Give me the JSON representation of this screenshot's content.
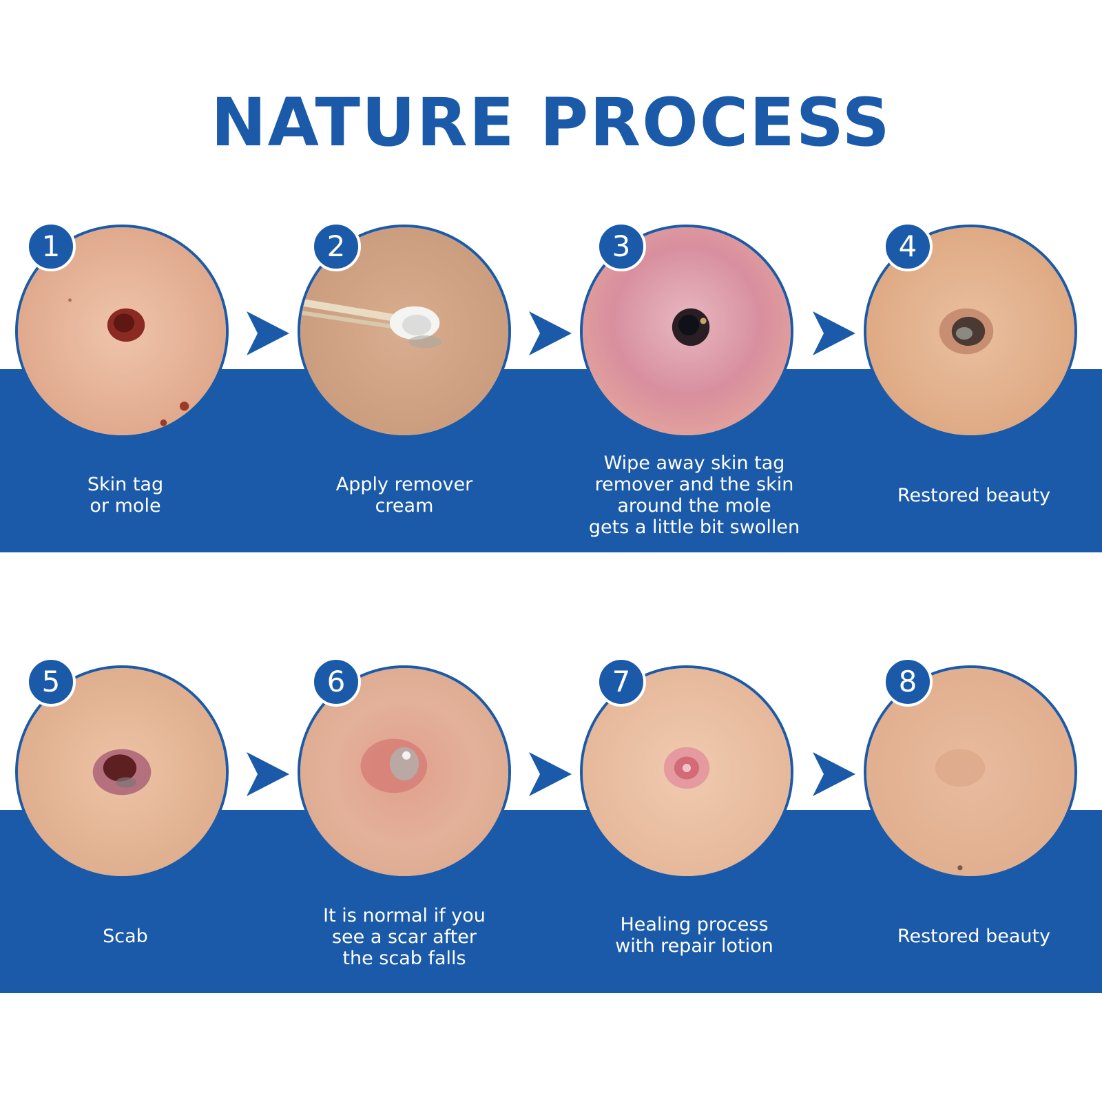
{
  "title": "NATURE PROCESS",
  "colors": {
    "brand_blue": "#1b5aa8",
    "background": "#ffffff",
    "caption_text": "#ffffff"
  },
  "steps": [
    {
      "number": "1",
      "caption": "Skin tag\nor mole",
      "image": "mole-on-skin"
    },
    {
      "number": "2",
      "caption": "Apply remover\ncream",
      "image": "cotton-swab-applying-cream"
    },
    {
      "number": "3",
      "caption": "Wipe away skin tag\nremover and the skin\naround the mole\ngets a little bit swollen",
      "image": "swollen-skin-dark-spot"
    },
    {
      "number": "4",
      "caption": "Restored beauty",
      "image": "healing-skin-spot"
    },
    {
      "number": "5",
      "caption": "Scab",
      "image": "scab-on-skin"
    },
    {
      "number": "6",
      "caption": "It is normal if you\nsee a scar after\nthe scab falls",
      "image": "red-scar-on-skin"
    },
    {
      "number": "7",
      "caption": "Healing process\nwith repair lotion",
      "image": "pink-healing-mark"
    },
    {
      "number": "8",
      "caption": "Restored beauty",
      "image": "clear-skin"
    }
  ]
}
